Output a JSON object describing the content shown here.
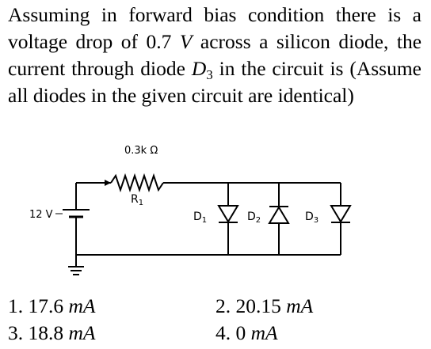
{
  "question": {
    "part1": "Assuming in forward bias condition there is a voltage drop of 0.7",
    "volt_symbol": "V",
    "part2": "across a silicon diode, the current through diode",
    "diode_symbol": "D",
    "diode_subscript": "3",
    "part3": "in the circuit is (Assume all diodes in the given circuit are identical)"
  },
  "circuit": {
    "resistor_value": "0.3k Ω",
    "resistor_name": "R",
    "resistor_sub": "1",
    "source_label": "12 V",
    "diodes": [
      {
        "name": "D",
        "sub": "1",
        "direction": "forward"
      },
      {
        "name": "D",
        "sub": "2",
        "direction": "reverse"
      },
      {
        "name": "D",
        "sub": "3",
        "direction": "forward"
      }
    ]
  },
  "options": [
    {
      "num": "1.",
      "value": "17.6",
      "unit": "mA"
    },
    {
      "num": "2.",
      "value": "20.15",
      "unit": "mA"
    },
    {
      "num": "3.",
      "value": "18.8",
      "unit": "mA"
    },
    {
      "num": "4.",
      "value": "0",
      "unit": "mA"
    }
  ]
}
